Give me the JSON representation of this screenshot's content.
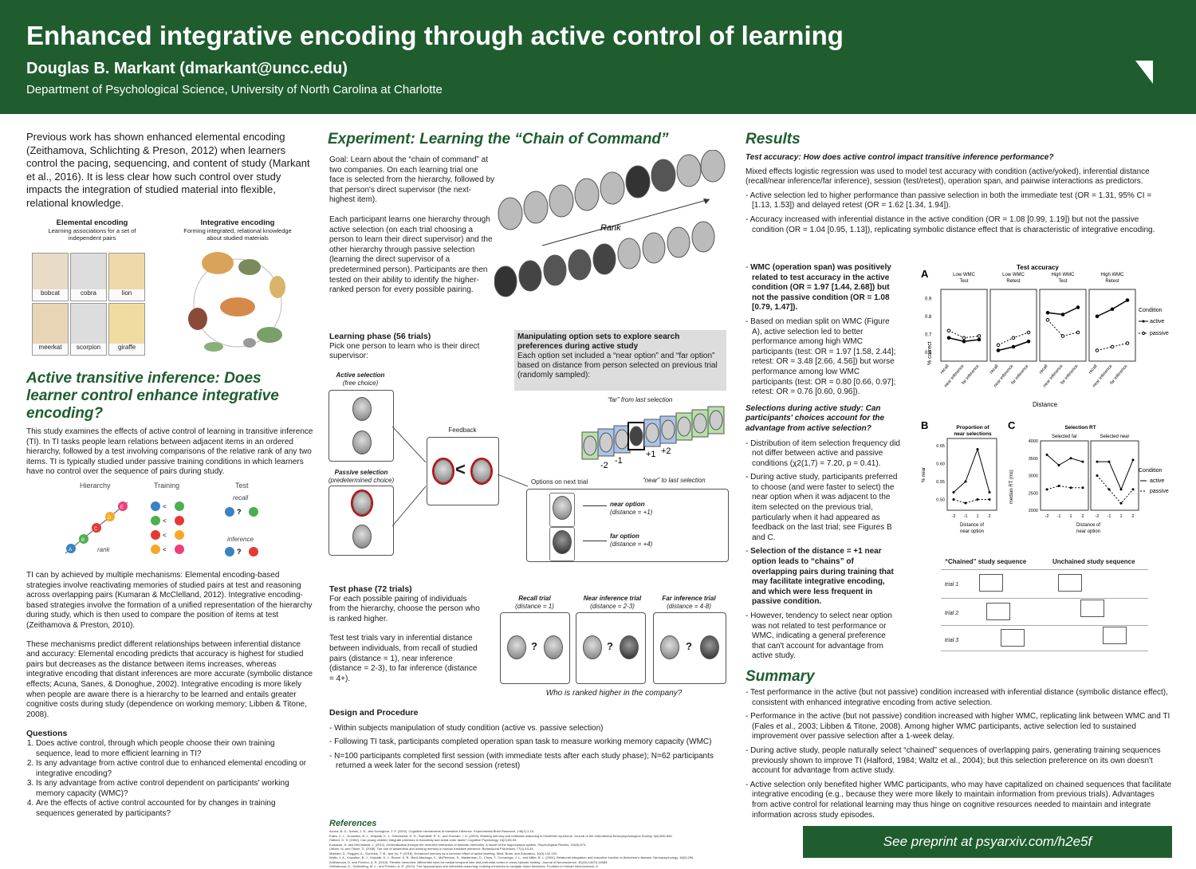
{
  "header": {
    "title": "Enhanced integrative encoding through active control of learning",
    "author": "Douglas B. Markant (dmarkant@uncc.edu)",
    "department": "Department of Psychological Science, University of North Carolina at Charlotte"
  },
  "col1": {
    "intro": "Previous work has shown enhanced elemental encoding (Zeithamova, Schlichting & Preson, 2012) when learners control the pacing, sequencing, and content of study (Markant et al., 2016). It is less clear how such control over study impacts the integration of studied material into flexible, relational knowledge.",
    "elemental_title": "Elemental encoding",
    "elemental_sub": "Learning associations for a set of independent pairs",
    "integrative_title": "Integrative encoding",
    "integrative_sub": "Forming integrated, relational knowledge about studied materials",
    "animals": [
      "bobcat",
      "cobra",
      "lion",
      "meerkat",
      "scorpion",
      "giraffe"
    ],
    "section_title": "Active transitive inference: Does learner control enhance integrative encoding?",
    "section_text": "This study examines the effects of active control of learning in transitive inference (TI). In TI tasks people learn relations between adjacent items in an ordered hierarchy, followed by a test involving comparisons of the relative rank of any two items. TI is typically studied under passive training conditions in which learners have no control over the sequence of pairs during study.",
    "hier_labels": {
      "hierarchy": "Hierarchy",
      "training": "Training",
      "test": "Test",
      "recall": "recall",
      "inference": "inference",
      "rank": "rank"
    },
    "para2": "TI can by achieved by multiple mechanisms: Elemental encoding-based strategies involve reactivating memories of studied pairs at test and reasoning across overlapping pairs (Kumaran & McClelland, 2012). Integrative encoding-based strategies involve the formation of a unified representation of the hierarchy during study, which is then used to compare the position of items at test (Zeithamova & Preston, 2010).",
    "para3": "These mechanisms predict different relationships between inferential distance and accuracy: Elemental encoding predicts that accuracy is highest for studied pairs but decreases as the distance between items increases, whereas integrative encoding that distant inferences are more accurate (symbolic distance effects; Acuna, Sanes, & Donoghue, 2002). Integrative encoding is more likely when people are aware there is a hierarchy to be learned and entails greater cognitive costs during study (dependence on working memory; Libben & Titone, 2008).",
    "questions_title": "Questions",
    "questions": [
      "Does active control, through which people choose their own training sequence, lead to more efficient learning in TI?",
      "Is any advantage from active control due to enhanced elemental encoding or integrative encoding?",
      "Is any advantage from active control dependent on participants' working memory capacity (WMC)?",
      "Are the effects of active control accounted for by changes in training sequences generated by participants?"
    ]
  },
  "col2": {
    "title": "Experiment: Learning the “Chain of Command”",
    "goal": "Goal: Learn about the “chain of command” at two companies. On each learning trial one face is selected from the hierarchy, followed by that person's direct supervisor (the next-highest item).",
    "each": "Each participant learns one hierarchy through active selection (on each trial choosing a person to learn their direct supervisor) and the other hierarchy through passive selection (learning the direct supervisor of a predetermined person). Participants are then tested on their ability to identify the higher-ranked person for every possible pairing.",
    "rank_label": "Rank",
    "learning_title": "Learning phase (56 trials)",
    "learning_text": "Pick one person to learn who is their direct supervisor:",
    "active_sel": "Active selection",
    "active_sel2": "(free choice)",
    "passive_sel": "Passive selection",
    "passive_sel2": "(predetermined choice)",
    "feedback": "Feedback",
    "options_next": "Options on next trial",
    "near_option": "near option",
    "near_dist": "(distance = +1)",
    "far_option": "far option",
    "far_dist": "(distance = +4)",
    "manip_title": "Manipulating option sets to explore search preferences during active study",
    "manip_text": "Each option set included a “near option” and “far option” based on distance from person selected on previous trial (randomly sampled):",
    "far_from": "“far” from last selection",
    "near_to": "“near” to last selection",
    "dist_labels": [
      "-2",
      "-1",
      "+1",
      "+2"
    ],
    "test_title": "Test phase (72 trials)",
    "test_text": "For each possible pairing of individuals from the hierarchy, choose the person who is ranked higher.",
    "test_text2": "Test test trials vary in inferential distance between individuals, from recall of studied pairs (distance = 1), near inference (distance = 2-3), to far inference (distance = 4+).",
    "recall_trial": "Recall trial",
    "recall_dist": "(distance = 1)",
    "near_trial": "Near inference trial",
    "near_trial_dist": "(distance = 2-3)",
    "far_trial": "Far inference trial",
    "far_trial_dist": "(distance = 4-8)",
    "who": "Who is ranked higher in the company?",
    "design_title": "Design and Procedure",
    "design": [
      "Within subjects manipulation of study condition (active vs. passive selection)",
      "Following TI task, participants completed operation span task to measure working memory capacity (WMC)",
      "N=100 participants completed first session (with immediate tests after each study phase); N=62 participants returned a week later for the second session (retest)"
    ],
    "refs_title": "References",
    "refs": [
      "Acuna, B. D., Sanes, J. N., and Donoghue, J. P. (2002). Cognitive mechanisms of transitive inference. Experimental Brain Research, 146(1):1-10.",
      "Fales, C. L., Knowlton, B. J., Holyoak, K. J., Geschwind, D. H., Swerdloff, R. S., and Gonzalo, I. G. (2003). Working memory and relational reasoning in Klinefelter syndrome. Journal of the International Neuropsychological Society, 9(6):839-846.",
      "Halford, G. S. (1984). Can young children integrate premises in transitivity and serial order tasks? Cognitive Psychology, 16(1):65-93.",
      "Kumaran, D. and McClelland, J. (2012). Generalization through the recurrent interaction of episodic memories: A model of the hippocampal system. Psychological Review, 119(3):573.",
      "Libben, M. and Titone, D. (2008). The role of awareness and working memory in human transitive inference. Behavioural Processes, 77(1):43-54.",
      "Markant, D., Ruggeri, A., Gureckis, T. M., and Xu, F. (2016). Enhanced memory as a common effect of active learning. Mind, Brain, and Education, 10(3):142-152.",
      "Waltz, J. A., Knowlton, B. J., Holyoak, K. J., Boone, K. B., Back-Madruga, C., McPherson, S., Masterman, D., Chow, T., Cummings, J. L., and Miller, B. L. (2004). Relational integration and executive function in Alzheimer's disease. Neuropsychology, 18(2):296.",
      "Zeithamova, D. and Preston, A. R. (2010). Flexible memories: differential roles for medial temporal lobe and prefrontal cortex in cross-episode binding. Journal of Neuroscience, 30(44):14676-14684.",
      "Zeithamova, D., Schlichting, M. L., and Preston, A. R. (2012). The hippocampus and inferential reasoning: building memories to navigate future decisions. Frontiers in Human Neuroscience, 6."
    ]
  },
  "col3": {
    "title": "Results",
    "q1": "Test accuracy: How does active control impact transitive inference performance?",
    "q1_text": "Mixed effects logistic regression was used to model test accuracy with condition (active/yoked), inferential distance (recall/near inference/far inference), session (test/retest), operation span, and pairwise interactions as predictors.",
    "b1": "Active selection led to higher performance than passive selection in both the immediate test (OR = 1.31, 95% CI = [1.13, 1.53]) and delayed retest (OR = 1.62 [1.34, 1.94]).",
    "b2": "Accuracy increased with inferential distance in the active condition (OR = 1.08 [0.99, 1.19]) but not the passive condition (OR = 1.04 [0.95, 1.13]), replicating symbolic distance effect that is characteristic of integrative encoding.",
    "b3": "WMC (operation span) was positively related to test accuracy in the active condition (OR = 1.97 [1.44, 2.68]) but not the passive condition (OR = 1.08 [0.79, 1.47]).",
    "b4": "Based on median split on WMC (Figure A), active selection led to better performance among high WMC participants (test: OR = 1.97 [1.58, 2.44]; retest: OR = 3.48 [2.66, 4.56]) but worse performance among low WMC participants (test: OR = 0.80 [0.66, 0.97]; retest: OR = 0.76 [0.60, 0.96]).",
    "q2": "Selections during active study: Can participants' choices account for the advantage from active selection?",
    "b5": "Distribution of item selection frequency did not differ between active and passive conditions (χ2(1,7) = 7.20, p = 0.41).",
    "b6": "During active study, participants preferred to choose (and were faster to select) the near option when it was adjacent to the item selected on the previous trial, particularly when it had appeared as feedback on the last trial; see Figures B and C.",
    "b7": "Selection of the distance = +1 near option leads to “chains” of overlapping pairs during training that may facilitate integrative encoding, and which were less frequent in passive condition.",
    "b8": "However, tendency to select near option was not related to test performance or WMC, indicating a general preference that can't account for advantage from active study.",
    "summary_title": "Summary",
    "summary": [
      "Test performance in the active (but not passive) condition increased with inferential distance (symbolic distance effect), consistent with enhanced integrative encoding from active selection.",
      "Performance in the active (but not passive) condition increased with higher WMC, replicating link between WMC and TI (Fales et al., 2003; Libben & Titone, 2008). Among higher WMC participants, active selection led to sustained improvement over passive selection after a 1-week delay.",
      "During active study, people naturally select “chained” sequences of overlapping pairs, generating training sequences previously shown to improve TI (Halford, 1984; Waltz et al., 2004); but this selection preference on its own doesn't account for advantage from active study.",
      "Active selection only benefited higher WMC participants, who may have capitalized on chained sequences that facilitate integrative encoding (e.g., because they were more likely to maintain information from previous trials). Advantages from active control for relational learning may thus hinge on cognitive resources needed to maintain and integrate information across study episodes."
    ],
    "footer": "See preprint at psyarxiv.com/h2e5f",
    "figA": {
      "label": "A",
      "title": "Test accuracy",
      "panels": [
        "Low WMC\nTest",
        "Low WMC\nRetest",
        "High WMC\nTest",
        "High WMC\nRetest"
      ],
      "ylabel": "% correct",
      "xlabel": "Distance",
      "legend_title": "Condition",
      "legend": [
        "active",
        "passive"
      ],
      "xticks": [
        "recall",
        "near inference",
        "far inference"
      ],
      "yticks": [
        "0.9",
        "0.8",
        "0.7",
        "0.6"
      ]
    },
    "figB": {
      "label": "B",
      "title": "Proportion of near selections",
      "ylabel": "% near",
      "xlabel": "Distance of near option",
      "yticks": [
        "0.65",
        "0.60",
        "0.55",
        "0.50"
      ],
      "xticks": [
        "-2",
        "-1",
        "1",
        "2"
      ]
    },
    "figC": {
      "label": "C",
      "title": "Selection RT",
      "sub": [
        "Selected far",
        "Selected near"
      ],
      "ylabel": "median RT (ms)",
      "xlabel": "Distance of near option",
      "yticks": [
        "4000",
        "3500",
        "3000",
        "2500",
        "2000"
      ],
      "xticks": [
        "-2",
        "-1",
        "1",
        "2"
      ],
      "legend_title": "Condition",
      "legend": [
        "active",
        "passive"
      ]
    },
    "chained_title": "“Chained” study sequence",
    "unchained_title": "Unchained study sequence",
    "trials": [
      "trial 1",
      "trial 2",
      "trial 3"
    ]
  },
  "chart_data": [
    {
      "type": "line",
      "title": "Test accuracy",
      "panels": [
        "Low WMC Test",
        "Low WMC Retest",
        "High WMC Test",
        "High WMC Retest"
      ],
      "categories": [
        "recall",
        "near inference",
        "far inference"
      ],
      "xlabel": "Distance",
      "ylabel": "% correct",
      "ylim": [
        0.55,
        0.95
      ],
      "series": [
        {
          "name": "active",
          "values": [
            [
              0.68,
              0.66,
              0.67
            ],
            [
              0.61,
              0.63,
              0.66
            ],
            [
              0.82,
              0.81,
              0.85
            ],
            [
              0.8,
              0.84,
              0.89
            ]
          ]
        },
        {
          "name": "passive",
          "values": [
            [
              0.72,
              0.68,
              0.69
            ],
            [
              0.64,
              0.68,
              0.71
            ],
            [
              0.78,
              0.69,
              0.71
            ],
            [
              0.61,
              0.63,
              0.65
            ]
          ]
        }
      ]
    },
    {
      "type": "line",
      "title": "Proportion of near selections",
      "categories": [
        "-2",
        "-1",
        "1",
        "2"
      ],
      "xlabel": "Distance of near option",
      "ylabel": "% near",
      "ylim": [
        0.47,
        0.67
      ],
      "series": [
        {
          "name": "active",
          "values": [
            0.52,
            0.55,
            0.64,
            0.52
          ]
        },
        {
          "name": "passive",
          "values": [
            0.5,
            0.49,
            0.5,
            0.5
          ]
        }
      ]
    },
    {
      "type": "line",
      "title": "Selection RT",
      "panels": [
        "Selected far",
        "Selected near"
      ],
      "categories": [
        "-2",
        "-1",
        "1",
        "2"
      ],
      "xlabel": "Distance of near option",
      "ylabel": "median RT (ms)",
      "ylim": [
        2000,
        4000
      ],
      "series": [
        {
          "name": "active",
          "values": [
            [
              3600,
              3300,
              3500,
              3400
            ],
            [
              3400,
              3400,
              2600,
              3450
            ]
          ]
        },
        {
          "name": "passive",
          "values": [
            [
              2600,
              2700,
              2650,
              2650
            ],
            [
              3000,
              2600,
              2200,
              2600
            ]
          ]
        }
      ]
    }
  ]
}
